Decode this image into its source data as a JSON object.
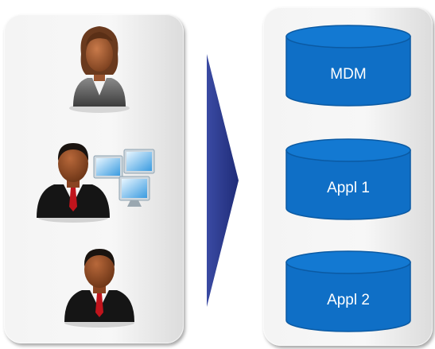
{
  "colors": {
    "database_fill": "#0f6fc6",
    "database_stroke": "#0b5aa3",
    "arrow_fill": "#2b3a8f",
    "panel_fill": "#f4f4f4"
  },
  "users_panel": {
    "figures": [
      {
        "icon": "businesswoman-icon"
      },
      {
        "icon": "businessman-with-computers-icon"
      },
      {
        "icon": "businessman-icon"
      }
    ]
  },
  "arrow": {
    "icon": "right-triangle-arrow-icon"
  },
  "systems_panel": {
    "databases": [
      {
        "label": "MDM"
      },
      {
        "label": "Appl 1"
      },
      {
        "label": "Appl 2"
      }
    ]
  }
}
